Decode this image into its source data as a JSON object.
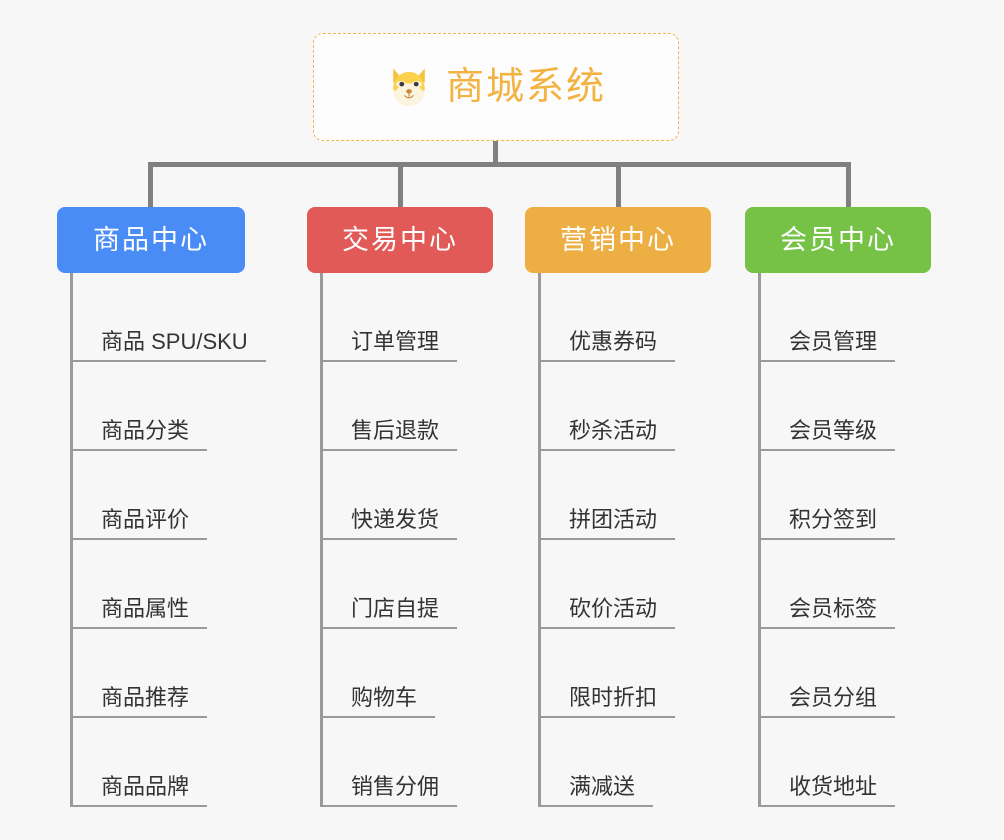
{
  "background_color": "#f7f7f7",
  "root": {
    "icon": "shiba-dog-face-emoji",
    "title": "商城系统",
    "title_color": "#f3b342",
    "border_color": "#f0b350"
  },
  "connector_color": "#808080",
  "columns": [
    {
      "id": "product-center",
      "label": "商品中心",
      "color": "#4a8cf5",
      "items": [
        "商品 SPU/SKU",
        "商品分类",
        "商品评价",
        "商品属性",
        "商品推荐",
        "商品品牌"
      ]
    },
    {
      "id": "trade-center",
      "label": "交易中心",
      "color": "#e25a58",
      "items": [
        "订单管理",
        "售后退款",
        "快递发货",
        "门店自提",
        "购物车",
        "销售分佣"
      ]
    },
    {
      "id": "marketing-center",
      "label": "营销中心",
      "color": "#edae44",
      "items": [
        "优惠券码",
        "秒杀活动",
        "拼团活动",
        "砍价活动",
        "限时折扣",
        "满减送"
      ]
    },
    {
      "id": "member-center",
      "label": "会员中心",
      "color": "#76c246",
      "items": [
        "会员管理",
        "会员等级",
        "积分签到",
        "会员标签",
        "会员分组",
        "收货地址"
      ]
    }
  ]
}
